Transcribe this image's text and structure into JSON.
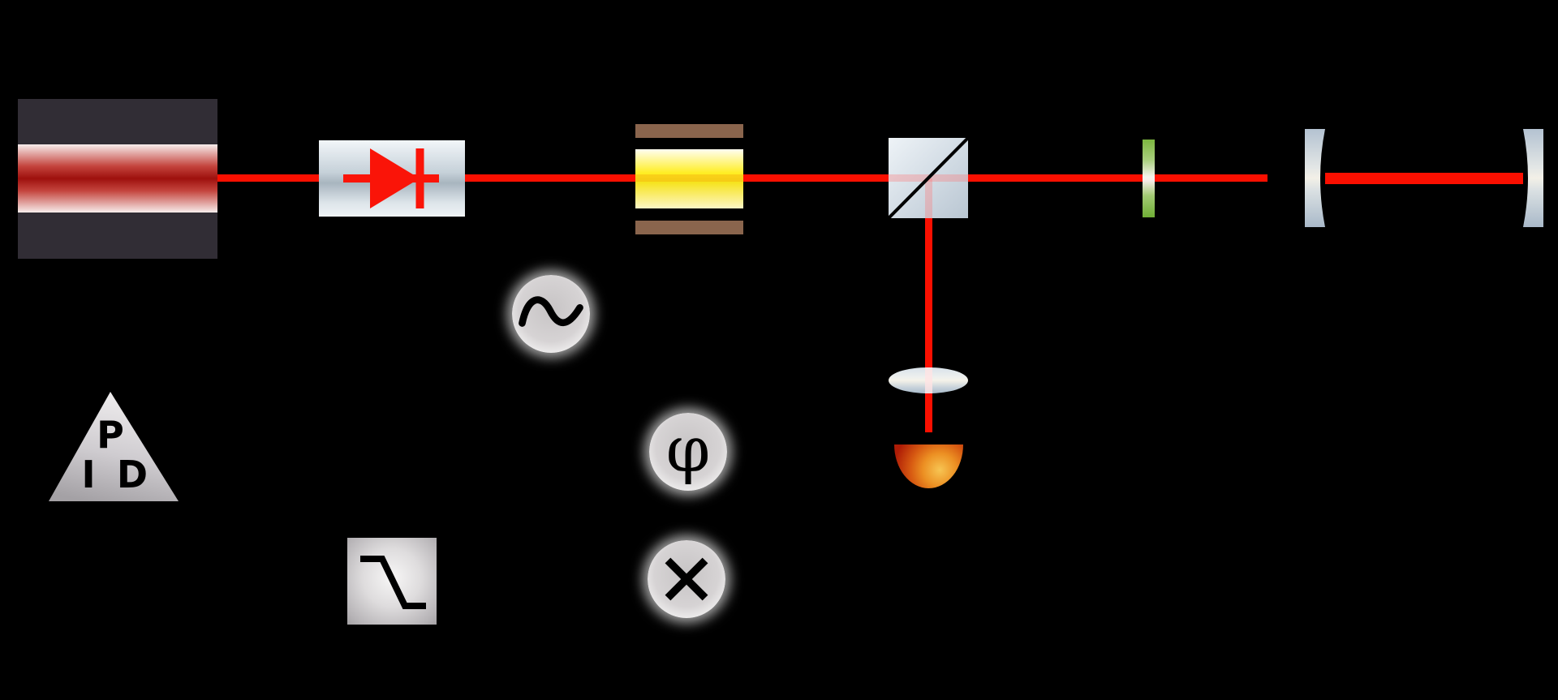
{
  "diagram_type": "optical-setup-schematic",
  "labels": {
    "pid_p": "P",
    "pid_i": "I",
    "pid_d": "D",
    "phase_shifter": "φ",
    "mixer_symbol": "×"
  },
  "components": [
    {
      "name": "laser",
      "description": "laser source with red gain medium"
    },
    {
      "name": "optical-isolator",
      "description": "box with red diode symbol"
    },
    {
      "name": "local-oscillator",
      "description": "circle with sine wave"
    },
    {
      "name": "eom",
      "description": "yellow crystal with brown electrodes"
    },
    {
      "name": "beamsplitter-cube",
      "description": "glass cube with diagonal"
    },
    {
      "name": "waveplate",
      "description": "thin green slab"
    },
    {
      "name": "optical-cavity",
      "description": "two concave mirrors with thick intracavity beam"
    },
    {
      "name": "lens",
      "description": "focusing lens"
    },
    {
      "name": "photodetector",
      "description": "orange half-dome detector"
    },
    {
      "name": "phase-shifter",
      "description": "circle with phi symbol"
    },
    {
      "name": "mixer",
      "description": "circle with multiplication cross"
    },
    {
      "name": "low-pass-filter",
      "description": "square with low-pass symbol"
    },
    {
      "name": "pid-controller",
      "description": "gray triangle with letters P I D"
    }
  ],
  "colors": {
    "beam_red": "#fa0f00",
    "laser_housing": "#312d35",
    "laser_gain": "#9e100d",
    "electrode_brown": "#8a654d",
    "eom_yellow": "#ffee24",
    "waveplate_green": "#7cb63f",
    "detector_red": "#ae1c06",
    "detector_highlight": "#f7c553",
    "glass_blue_gray": "#b9c6d2",
    "node_gray": "#d6d3d4",
    "symbol_black": "#000000"
  }
}
